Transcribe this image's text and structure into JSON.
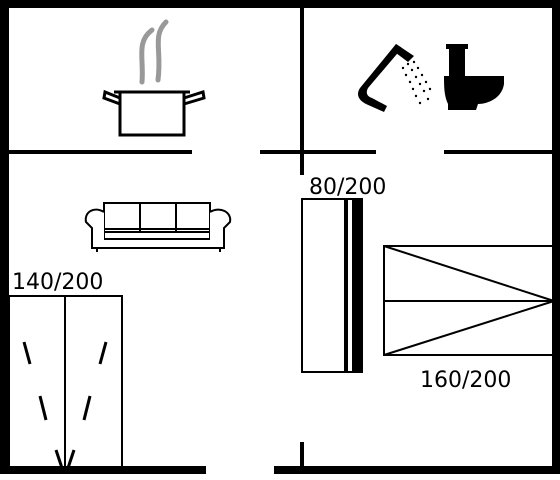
{
  "colors": {
    "ink": "#000000",
    "steam": "#999999",
    "paper": "#ffffff"
  },
  "icons": [
    "pot-icon",
    "steam-icon",
    "shower-icon",
    "toilet-icon",
    "sofa-icon"
  ],
  "labels": {
    "single_bed": "80/200",
    "double_bed_left": "140/200",
    "double_bed_right": "160/200"
  }
}
